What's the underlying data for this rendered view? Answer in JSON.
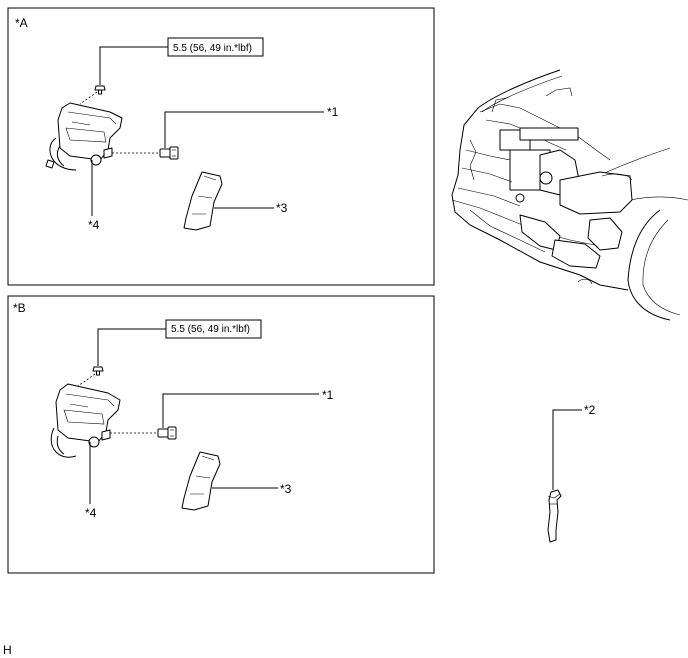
{
  "panels": [
    {
      "label": "*A",
      "torque": "5.5 (56, 49 in.*lbf)",
      "callout_1": "*1",
      "callout_3": "*3",
      "callout_4": "*4"
    },
    {
      "label": "*B",
      "torque": "5.5 (56, 49 in.*lbf)",
      "callout_1": "*1",
      "callout_3": "*3",
      "callout_4": "*4"
    }
  ],
  "hose_callout": "*2",
  "corner_mark": "H",
  "icons": [
    "bolt-icon",
    "washer-pump-bracket-icon",
    "connector-icon",
    "duct-icon",
    "hose-icon",
    "vehicle-front-icon"
  ]
}
